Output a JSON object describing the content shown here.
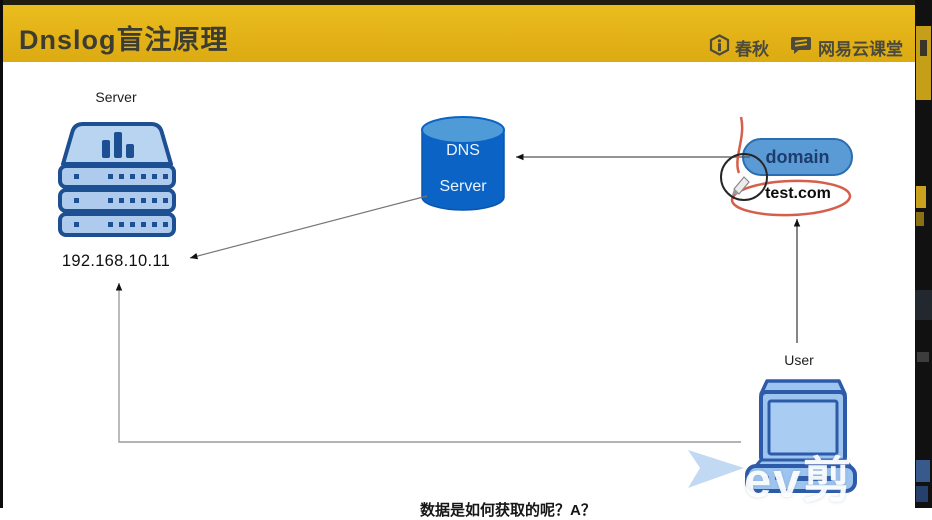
{
  "header": {
    "title": "Dnslog盲注原理",
    "brands": {
      "ichunqiu_label": "春秋",
      "netease_label": "网易云课堂"
    }
  },
  "diagram": {
    "server": {
      "label": "Server",
      "ip": "192.168.10.11"
    },
    "dns": {
      "line1": "DNS",
      "line2": "Server"
    },
    "domain": {
      "pill_label": "domain",
      "value": "test.com"
    },
    "user": {
      "label": "User"
    }
  },
  "watermark": {
    "text": "ev剪"
  },
  "bottom_clipped_text": "数据是如何获取的呢？A？",
  "colors": {
    "header_bg": "#e2b117",
    "header_text": "#3d3c30",
    "node_fill": "#aecbed",
    "node_stroke": "#1d4f93",
    "dns_body": "#0b63c5",
    "dns_top": "#4f9bd8",
    "pill_fill": "#5b9bd5",
    "pill_stroke": "#2a6db3",
    "pill_text": "#1c3c6e",
    "annotation_red": "#d65f4c",
    "annotation_circle": "#262626"
  }
}
